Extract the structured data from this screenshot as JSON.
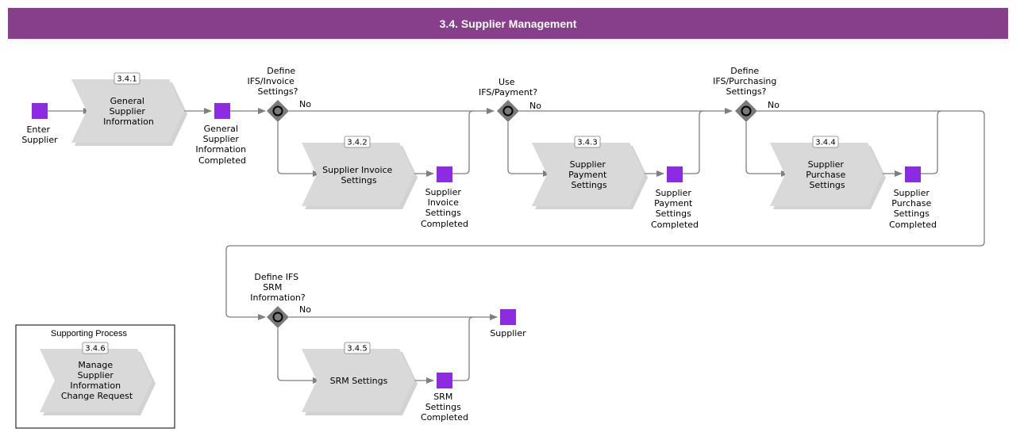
{
  "title": "3.4. Supplier Management",
  "colors": {
    "header": "#883f8b",
    "event": "#8b2be2",
    "process": "#d9d9d9",
    "gateway": "#7a7a7a",
    "connector": "#7f7f7f"
  },
  "processes": [
    {
      "id": "3.4.1",
      "label": [
        "General",
        "Supplier",
        "Information"
      ]
    },
    {
      "id": "3.4.2",
      "label": [
        "Supplier Invoice",
        "Settings"
      ]
    },
    {
      "id": "3.4.3",
      "label": [
        "Supplier",
        "Payment",
        "Settings"
      ]
    },
    {
      "id": "3.4.4",
      "label": [
        "Supplier",
        "Purchase",
        "Settings"
      ]
    },
    {
      "id": "3.4.5",
      "label": [
        "SRM Settings"
      ]
    },
    {
      "id": "3.4.6",
      "label": [
        "Manage",
        "Supplier",
        "Information",
        "Change Request"
      ]
    }
  ],
  "events": [
    {
      "label": [
        "Enter",
        "Supplier"
      ]
    },
    {
      "label": [
        "General",
        "Supplier",
        "Information",
        "Completed"
      ]
    },
    {
      "label": [
        "Supplier",
        "Invoice",
        "Settings",
        "Completed"
      ]
    },
    {
      "label": [
        "Supplier",
        "Payment",
        "Settings",
        "Completed"
      ]
    },
    {
      "label": [
        "Supplier",
        "Purchase",
        "Settings",
        "Completed"
      ]
    },
    {
      "label": [
        "SRM",
        "Settings",
        "Completed"
      ]
    },
    {
      "label": [
        "Supplier"
      ]
    }
  ],
  "gateways": [
    {
      "question": [
        "Define",
        "IFS/Invoice",
        "Settings?"
      ],
      "no_label": "No"
    },
    {
      "question": [
        "Use",
        "IFS/Payment?"
      ],
      "no_label": "No"
    },
    {
      "question": [
        "Define",
        "IFS/Purchasing",
        "Settings?"
      ],
      "no_label": "No"
    },
    {
      "question": [
        "Define IFS",
        "SRM",
        "Information?"
      ],
      "no_label": "No"
    }
  ],
  "supporting_process": {
    "title": "Supporting Process"
  }
}
